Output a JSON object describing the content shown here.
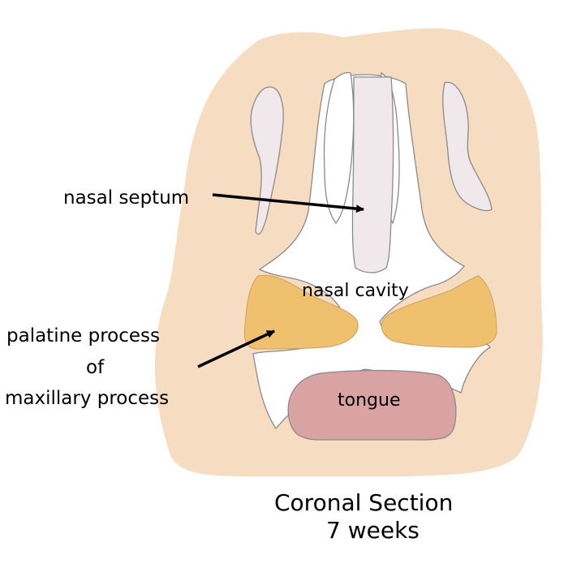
{
  "labels": {
    "nasal_septum": "nasal septum",
    "nasal_cavity": "nasal cavity",
    "palatine_line1": "palatine process",
    "palatine_line2": "of",
    "palatine_line3": "maxillary process",
    "tongue": "tongue"
  },
  "caption": {
    "line1": "Coronal Section",
    "line2": "7 weeks"
  },
  "colors": {
    "head_tissue": "#f6dcc0",
    "cavity": "#ffffff",
    "septum_cartilage": "#f0e8ea",
    "palatine_shelf": "#efc16f",
    "tongue": "#d9a3a3",
    "outline": "#8a8a8a",
    "arrow": "#000000"
  }
}
